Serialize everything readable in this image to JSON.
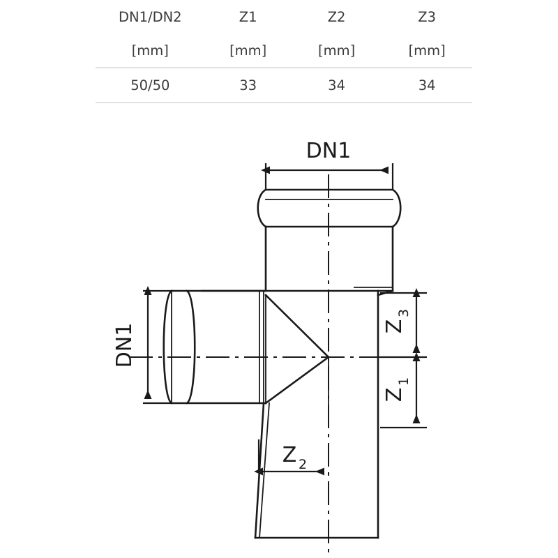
{
  "table": {
    "headers": [
      "DN1/DN2",
      "Z1",
      "Z2",
      "Z3"
    ],
    "units": [
      "[mm]",
      "[mm]",
      "[mm]",
      "[mm]"
    ],
    "rows": [
      [
        "50/50",
        "33",
        "34",
        "34"
      ]
    ]
  },
  "drawing": {
    "title": "pipe-tee-branch-fitting",
    "labels": {
      "dn1_top": "DN1",
      "dn1_left": "DN1",
      "z3": "Z",
      "z3_sub": "3",
      "z1": "Z",
      "z1_sub": "1",
      "z2": "Z",
      "z2_sub": "2"
    },
    "colors": {
      "line": "#1a1a1a",
      "text": "#1a1a1a",
      "table_text": "#3b3b3b",
      "rule": "#e2e2e2",
      "background": "#ffffff"
    }
  }
}
